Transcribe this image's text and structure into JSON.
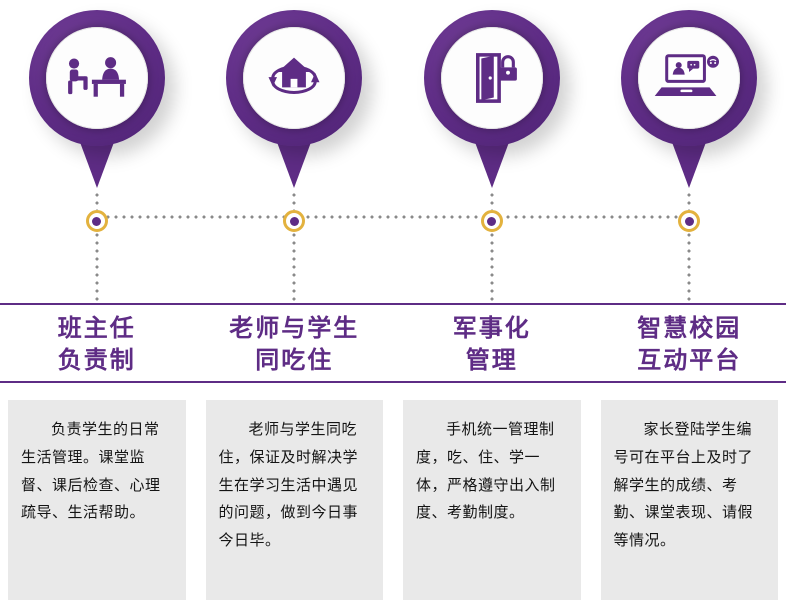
{
  "colors": {
    "purple": "#5E2C85",
    "gold_ring": "#E3B23E",
    "box_background": "#E9E9E9",
    "dot_gray": "#8A8A8A",
    "body_text": "#141414"
  },
  "columns": [
    {
      "icon": "consultation-desk-icon",
      "title_line1": "班主任",
      "title_line2": "负责制",
      "description": "负责学生的日常生活管理。课堂监督、课后检查、心理疏导、生活帮助。"
    },
    {
      "icon": "house-recycle-icon",
      "title_line1": "老师与学生",
      "title_line2": "同吃住",
      "description": "老师与学生同吃住，保证及时解决学生在学习生活中遇见的问题，做到今日事今日毕。"
    },
    {
      "icon": "door-lock-icon",
      "title_line1": "军事化",
      "title_line2": "管理",
      "description": "手机统一管理制度，吃、住、学一体，严格遵守出入制度、考勤制度。"
    },
    {
      "icon": "laptop-communication-icon",
      "title_line1": "智慧校园",
      "title_line2": "互动平台",
      "description": "家长登陆学生编号可在平台上及时了解学生的成绩、考勤、课堂表现、请假等情况。"
    }
  ]
}
